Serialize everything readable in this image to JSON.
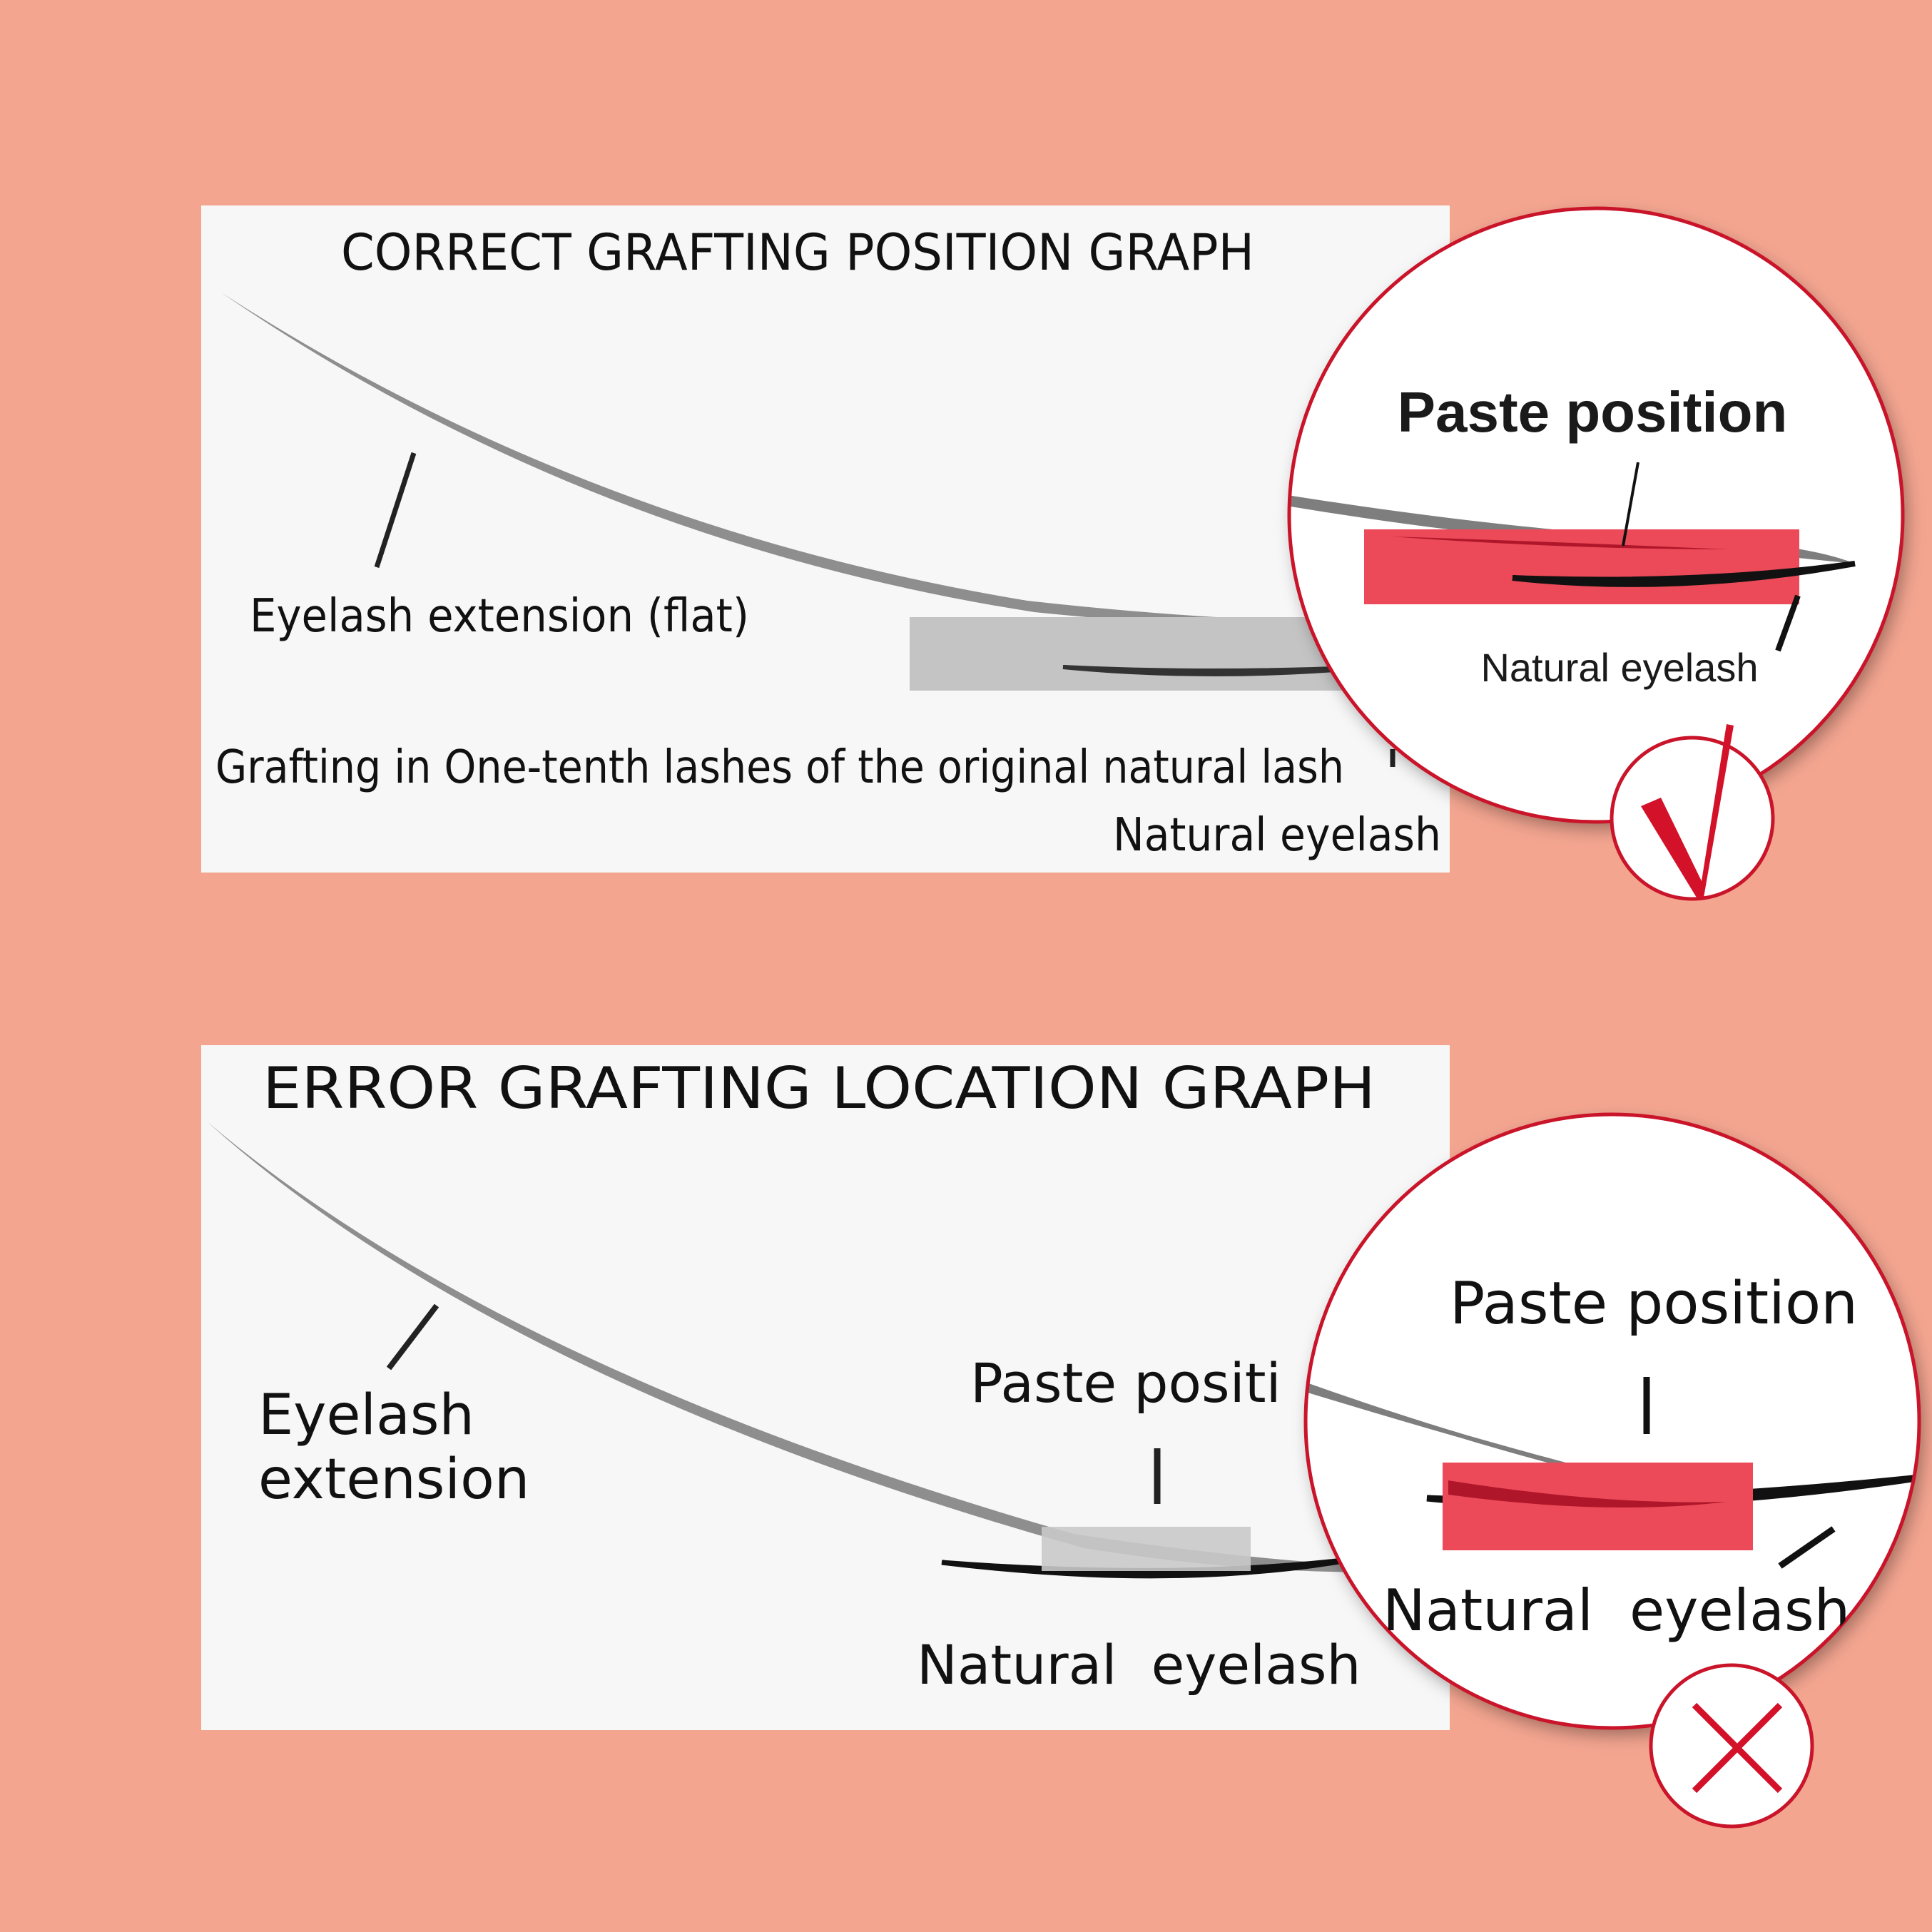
{
  "background_color": "#F3A590",
  "accent_red": "#D3122A",
  "paste_highlight_color": "#EC4A58",
  "top_panel": {
    "title": "CORRECT GRAFTING POSITION GRAPH",
    "extension_label": "Eyelash extension  (flat)",
    "grafting_note": "Grafting in One-tenth lashes of the original natural lash",
    "natural_label": "Natural eyelash",
    "zoom": {
      "paste_label": "Paste position",
      "natural_label": "Natural eyelash"
    },
    "verdict_icon": "check-mark-icon",
    "verdict_symbol": "√"
  },
  "bottom_panel": {
    "title": "ERROR GRAFTING LOCATION GRAPH",
    "extension_label_line1": "Eyelash",
    "extension_label_line2": "extension",
    "paste_label": "Paste positi",
    "natural_label": "Natural  eyelash",
    "zoom": {
      "paste_label": "Paste position",
      "natural_label": "Natural  eyelash"
    },
    "verdict_icon": "cross-mark-icon"
  }
}
